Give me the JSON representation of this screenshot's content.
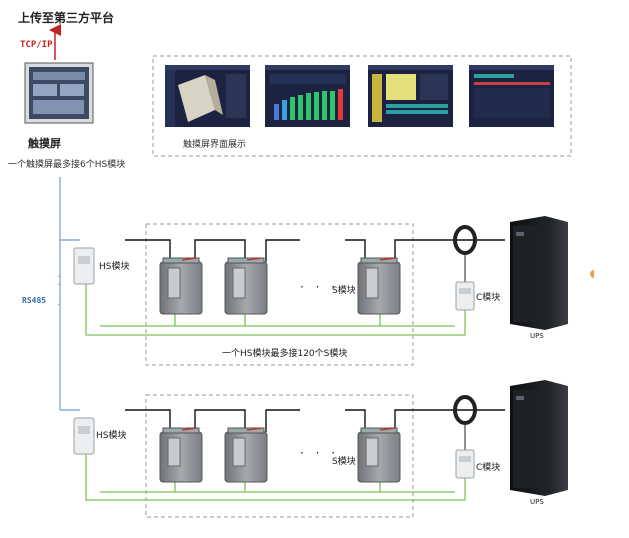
{
  "texts": {
    "upload": "上传至第三方平台",
    "tcpip": "TCP/IP",
    "touchscreen": "触摸屏",
    "touch_note": "一个触摸屏最多接6个HS模块",
    "screens_caption": "触摸屏界面展示",
    "rs485": "RS485",
    "hs_module": "HS模块",
    "s_module": "S模块",
    "c_module": "C模块",
    "hs_note": "一个HS模块最多接120个S模块",
    "ups": "UPS",
    "ellipsis": "· · ·"
  },
  "colors": {
    "wire_green": "#7cc25a",
    "bus_blue": "#6a9fd8",
    "arrow_red": "#c22222",
    "battery": "#8e9297",
    "ups_body": "#16181c",
    "dashed": "#999999",
    "accent_orange": "#f0a050"
  },
  "icons": [
    "touchscreen-device",
    "hs-module-icon",
    "battery-icon",
    "c-module-icon",
    "current-clamp-icon",
    "ups-cabinet-icon"
  ]
}
